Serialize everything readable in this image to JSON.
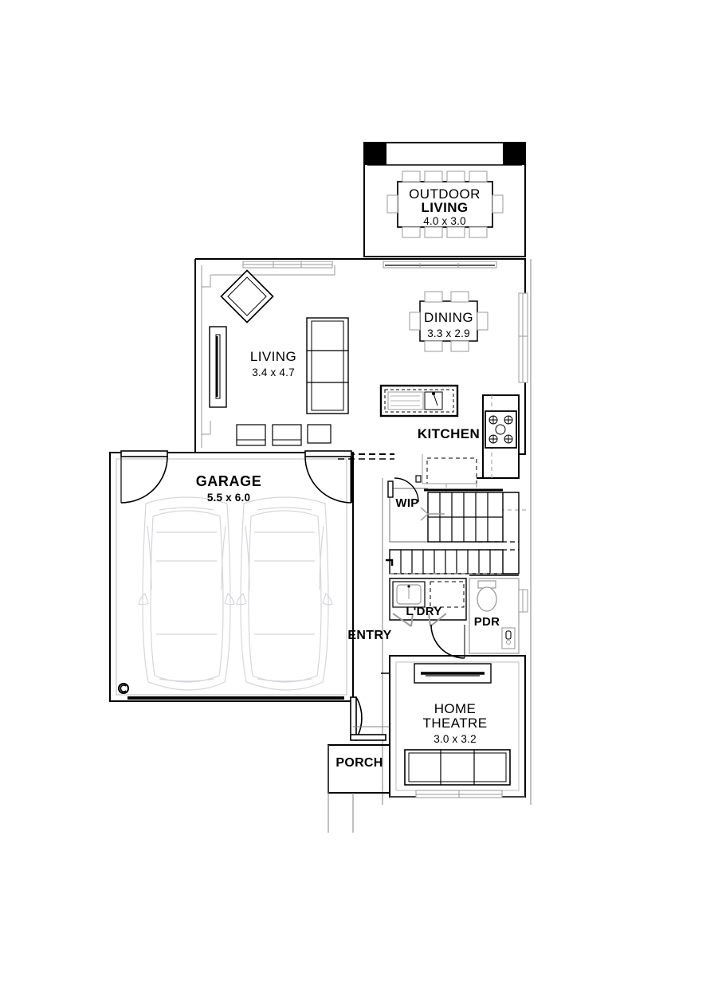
{
  "document": {
    "type": "residential-ground-floor-plan",
    "copyright_mark": "©"
  },
  "rooms": [
    {
      "id": "outdoor-living",
      "name_line1": "OUTDOOR",
      "name_line2": "LIVING",
      "dimensions": "4.0 x 3.0"
    },
    {
      "id": "living",
      "name_line1": "LIVING",
      "name_line2": "",
      "dimensions": "3.4 x 4.7"
    },
    {
      "id": "dining",
      "name_line1": "DINING",
      "name_line2": "",
      "dimensions": "3.3 x 2.9"
    },
    {
      "id": "kitchen",
      "name_line1": "KITCHEN",
      "name_line2": "",
      "dimensions": ""
    },
    {
      "id": "garage",
      "name_line1": "GARAGE",
      "name_line2": "",
      "dimensions": "5.5 x 6.0"
    },
    {
      "id": "wip",
      "name_line1": "WIP",
      "name_line2": "",
      "dimensions": ""
    },
    {
      "id": "laundry",
      "name_line1": "L'DRY",
      "name_line2": "",
      "dimensions": ""
    },
    {
      "id": "powder-room",
      "name_line1": "PDR",
      "name_line2": "",
      "dimensions": ""
    },
    {
      "id": "entry",
      "name_line1": "ENTRY",
      "name_line2": "",
      "dimensions": ""
    },
    {
      "id": "porch",
      "name_line1": "PORCH",
      "name_line2": "",
      "dimensions": ""
    },
    {
      "id": "home-theatre",
      "name_line1": "HOME",
      "name_line2": "THEATRE",
      "dimensions": "3.0 x 3.2"
    }
  ],
  "fixtures": [
    {
      "id": "outdoor-dining-table",
      "label": "outdoor dining table with 8 chairs"
    },
    {
      "id": "living-sofa",
      "label": "3-seat sofa"
    },
    {
      "id": "living-armchair",
      "label": "angled armchair"
    },
    {
      "id": "living-tv-unit",
      "label": "television / media unit"
    },
    {
      "id": "living-coffee-tables",
      "label": "coffee tables"
    },
    {
      "id": "dining-table",
      "label": "dining table with 6 chairs"
    },
    {
      "id": "kitchen-island-sink",
      "label": "kitchen island with sink"
    },
    {
      "id": "kitchen-cooktop",
      "label": "gas cooktop"
    },
    {
      "id": "garage-car-left",
      "label": "car"
    },
    {
      "id": "garage-car-right",
      "label": "car"
    },
    {
      "id": "laundry-trough",
      "label": "laundry trough"
    },
    {
      "id": "pdr-toilet",
      "label": "toilet"
    },
    {
      "id": "pdr-basin",
      "label": "basin"
    },
    {
      "id": "staircase",
      "label": "staircase, u-return with landing"
    },
    {
      "id": "theatre-tv-unit",
      "label": "television unit"
    },
    {
      "id": "theatre-sofa",
      "label": "3-seat sofa"
    }
  ],
  "colors": {
    "wall": "#000000",
    "thin_line": "#808080",
    "paper": "#ffffff",
    "car_outline": "#d8d8dc",
    "pillar": "#000000"
  }
}
